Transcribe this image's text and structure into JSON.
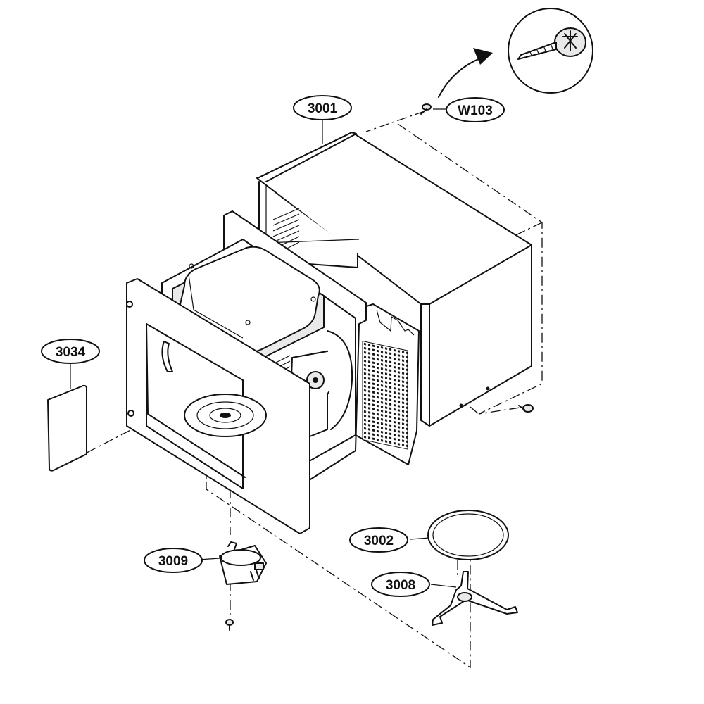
{
  "callouts": {
    "p3001": "3001",
    "pW103": "W103",
    "p3034": "3034",
    "p3009": "3009",
    "p3002": "3002",
    "p3008": "3008"
  },
  "icons": {
    "screw_detail": "screw-detail-icon",
    "arrow": "curved-arrow-icon"
  }
}
